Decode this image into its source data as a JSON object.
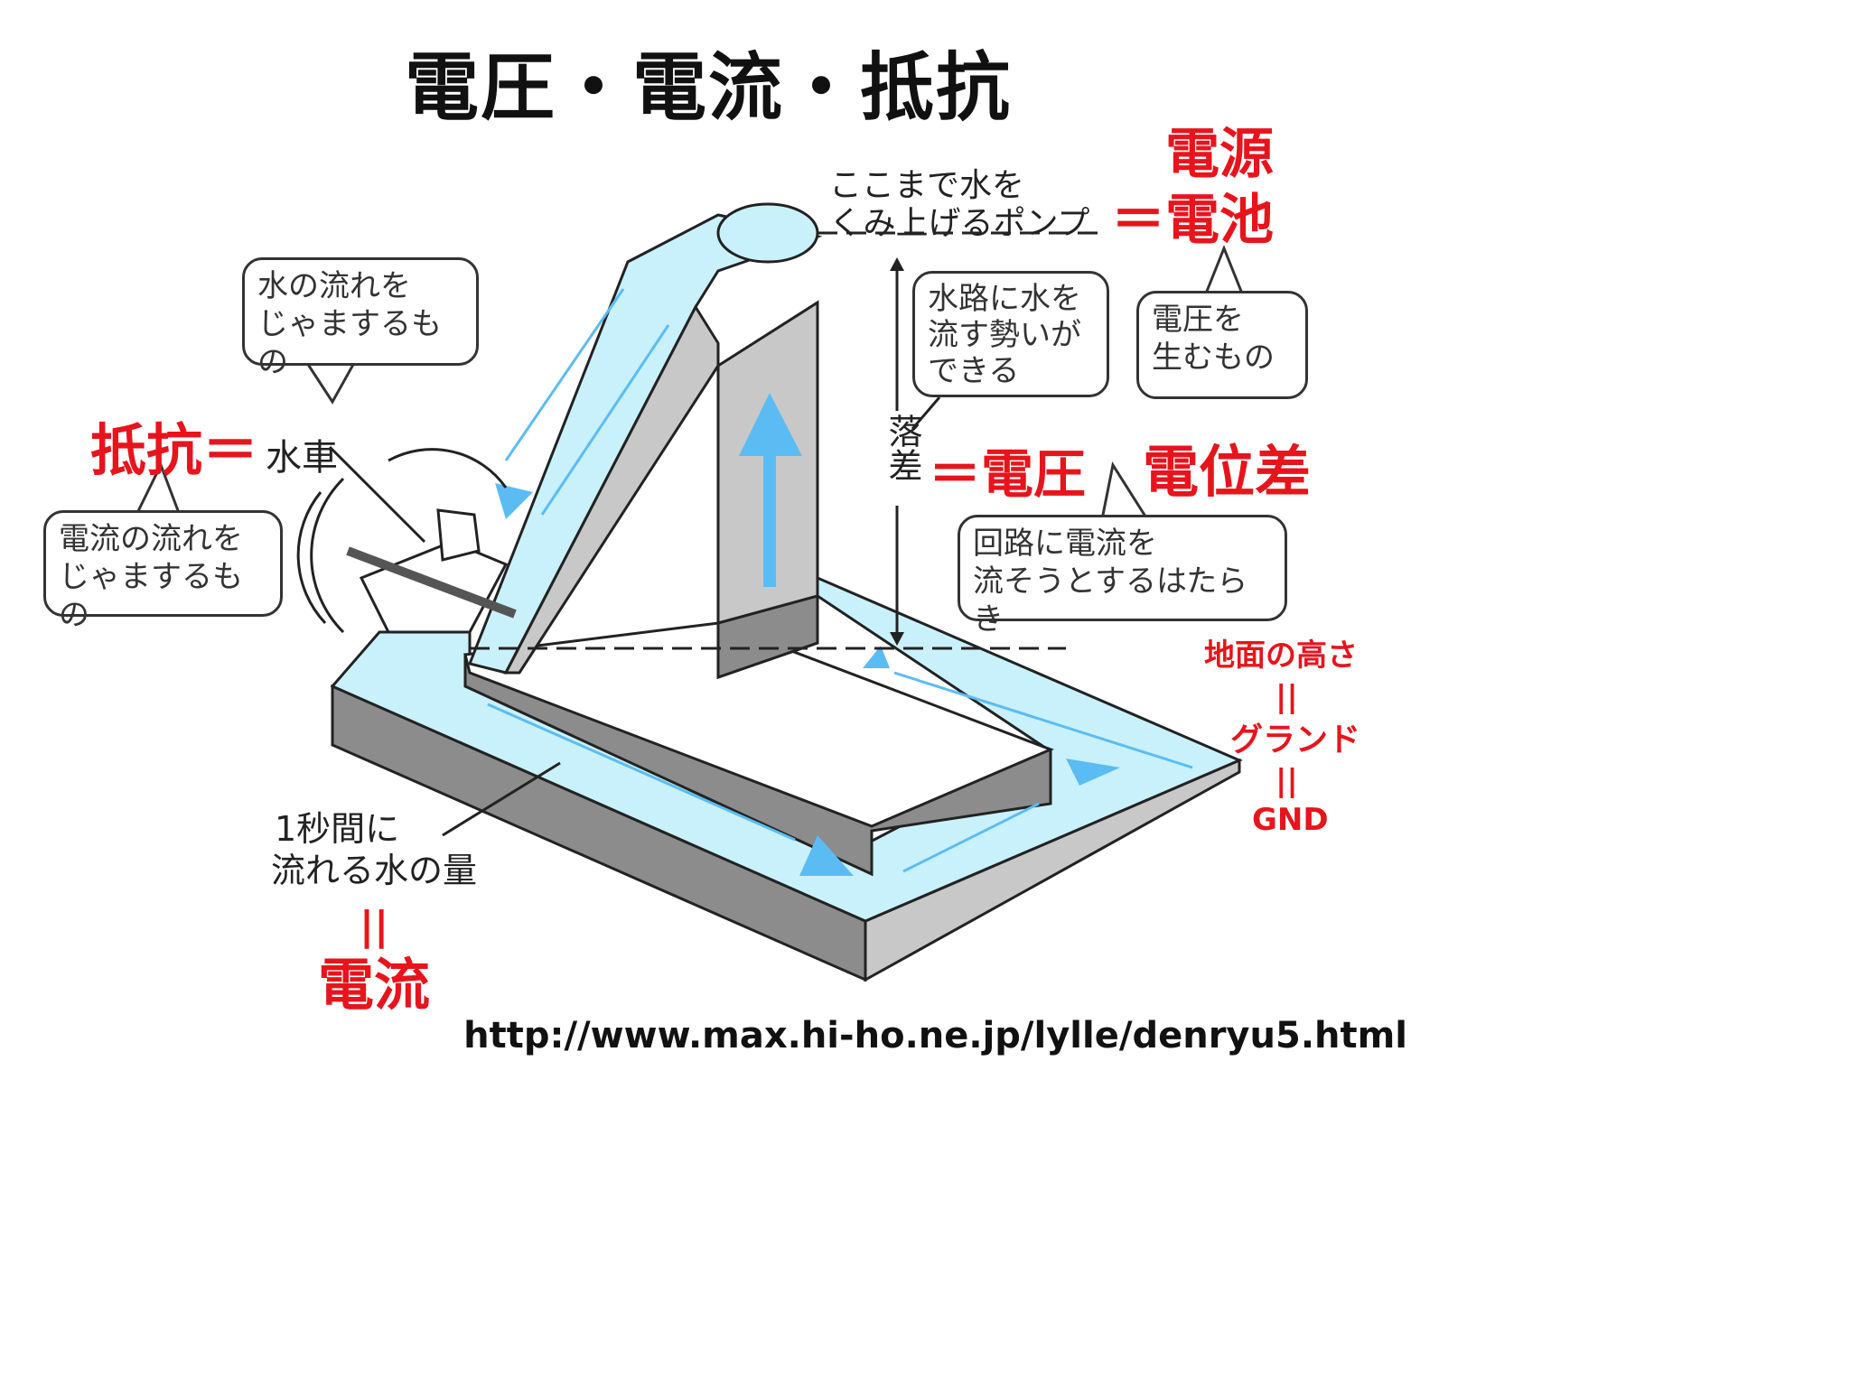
{
  "title": "電圧・電流・抵抗",
  "url": "http://www.max.hi-ho.ne.jp/lylle/denryu5.html",
  "colors": {
    "red": "#e8141c",
    "water": "#c9f1fb",
    "arrow": "#5bbcf4",
    "wall": "#c8c8c8",
    "wall_dark": "#8c8c8c"
  },
  "pump": {
    "caption_line1": "ここまで水を",
    "caption_line2": "くみ上げるポンプ",
    "eq_line1": "電源",
    "eq_line2": "＝電池",
    "bubble_line1": "電圧を",
    "bubble_line2": "生むもの"
  },
  "head": {
    "bubble_line1": "水路に水を",
    "bubble_line2": "流す勢いが",
    "bubble_line3": "できる",
    "label": "落差",
    "eq": "＝電圧",
    "potential": "電位差",
    "bubble2_line1": "回路に電流を",
    "bubble2_line2": "流そうとするはたらき"
  },
  "resistance": {
    "bubble_top_line1": "水の流れを",
    "bubble_top_line2": "じゃまするもの",
    "eq_red": "抵抗＝",
    "eq_black": "水車",
    "bubble_line1": "電流の流れを",
    "bubble_line2": "じゃまするもの"
  },
  "current": {
    "line1": "1秒間に",
    "line2": "流れる水の量",
    "sep": "||",
    "label": "電流"
  },
  "ground": {
    "line1": "地面の高さ",
    "sep1": "||",
    "line2": "グランド",
    "sep2": "||",
    "line3": "GND"
  }
}
